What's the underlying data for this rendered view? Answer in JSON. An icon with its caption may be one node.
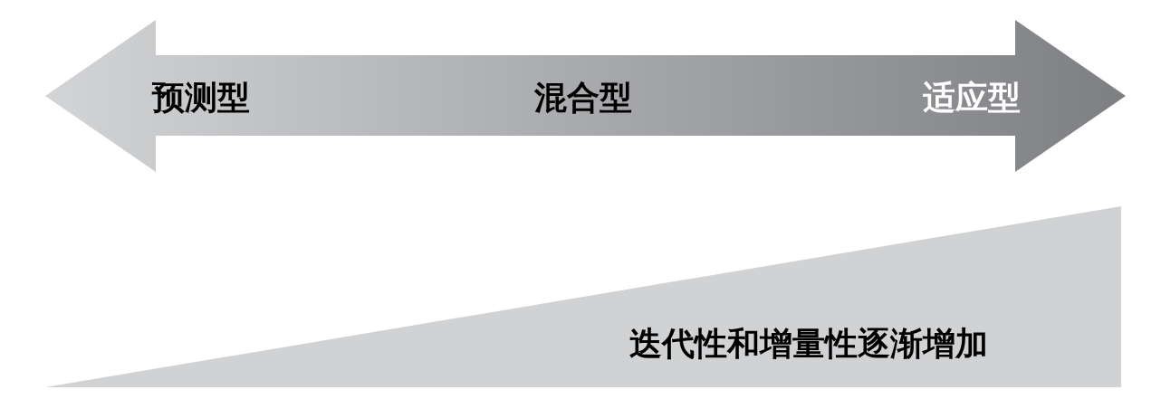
{
  "diagram": {
    "nodes": [
      {
        "text": [
          "预测型",
          "混合型",
          "适应型"
        ]
      },
      {
        "text": [
          "迭代性和增量性逐渐增加"
        ]
      }
    ]
  }
}
